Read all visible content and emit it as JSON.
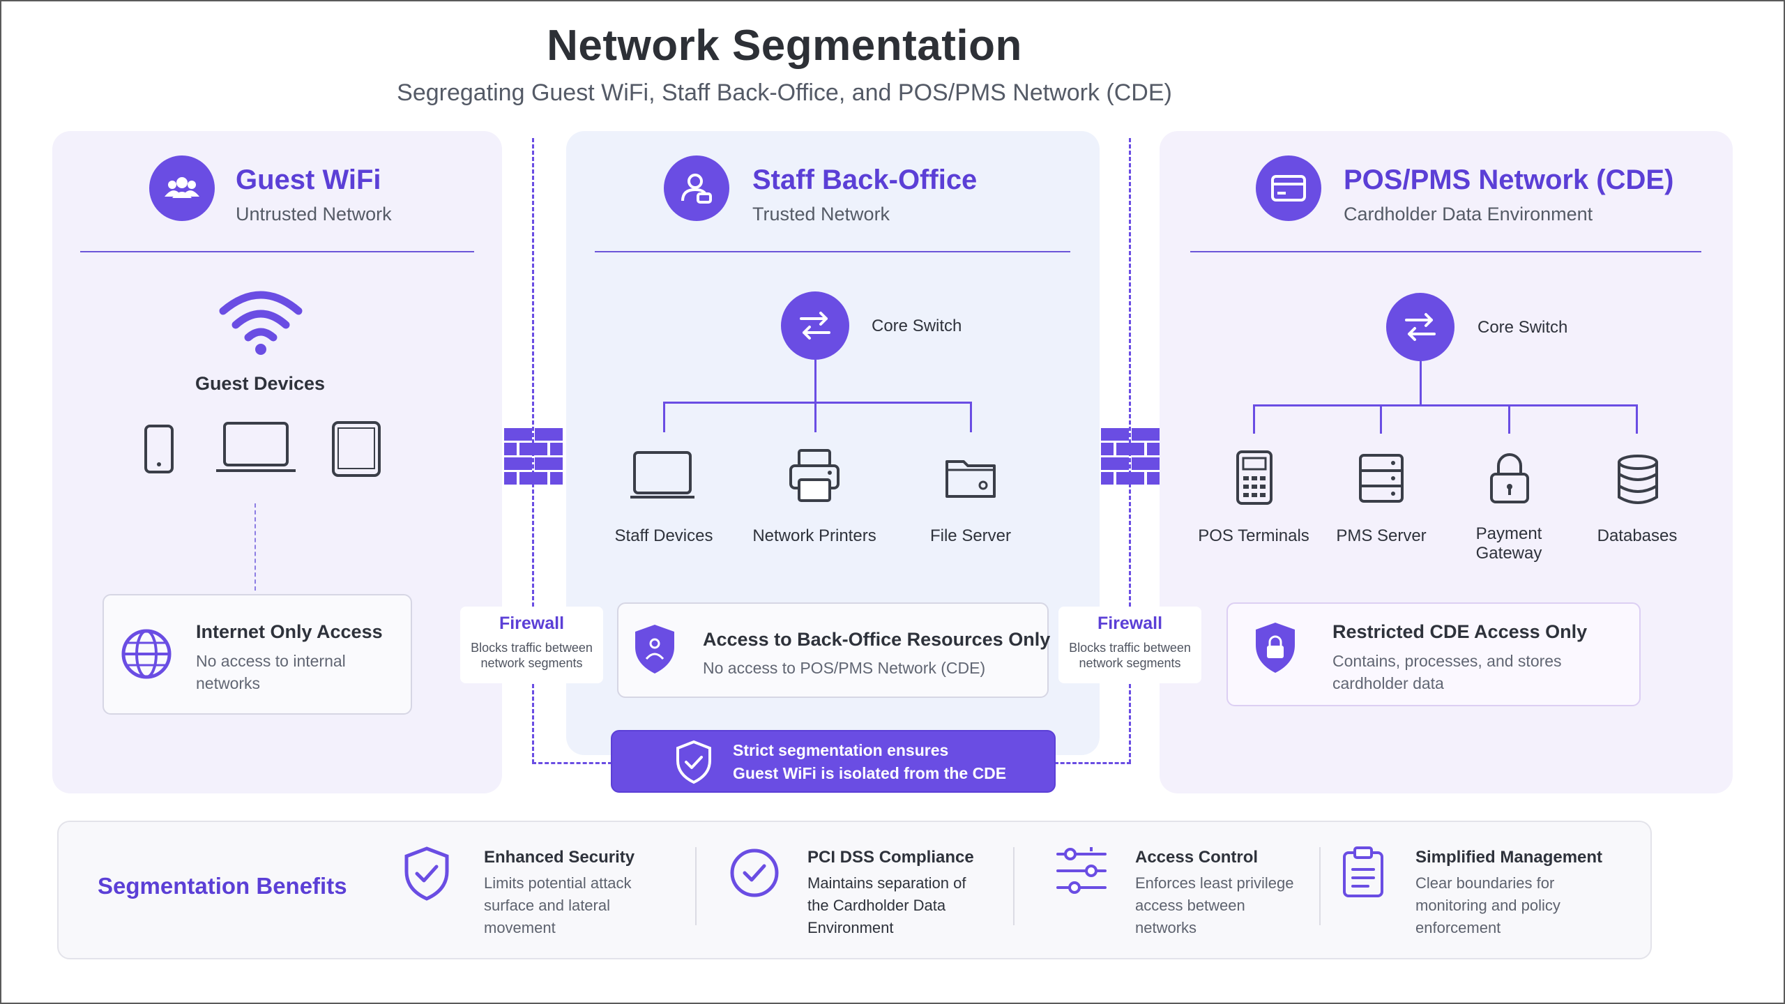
{
  "header": {
    "title": "Network Segmentation",
    "subtitle": "Segregating Guest WiFi, Staff Back-Office, and POS/PMS Network (CDE)"
  },
  "colors": {
    "accent": "#6a4de3",
    "accent_text": "#5b3fd6",
    "guest_panel": "#f3f1fc",
    "staff_panel": "#eef2fc",
    "cde_panel": "#f4f1fc"
  },
  "guest": {
    "icon": "users-icon",
    "title": "Guest WiFi",
    "subtitle": "Untrusted Network",
    "devices_label": "Guest Devices",
    "devices": [
      "phone-icon",
      "laptop-icon",
      "tablet-icon"
    ],
    "box": {
      "icon": "globe-icon",
      "title": "Internet Only Access",
      "line1": "No access to internal",
      "line2": "networks"
    }
  },
  "firewall_left": {
    "icon": "firewall-icon",
    "title": "Firewall",
    "line1": "Blocks traffic between",
    "line2": "network segments"
  },
  "staff": {
    "icon": "user-badge-icon",
    "title": "Staff Back-Office",
    "subtitle": "Trusted Network",
    "switch_label": "Core Switch",
    "nodes": [
      {
        "icon": "laptop-icon",
        "label": "Staff Devices"
      },
      {
        "icon": "printer-icon",
        "label": "Network Printers"
      },
      {
        "icon": "folder-icon",
        "label": "File Server"
      }
    ],
    "box": {
      "icon": "shield-user-icon",
      "title": "Access to Back-Office Resources Only",
      "line1": "No access to POS/PMS Network (CDE)"
    }
  },
  "firewall_right": {
    "icon": "firewall-icon",
    "title": "Firewall",
    "line1": "Blocks traffic between",
    "line2": "network segments"
  },
  "cde": {
    "icon": "card-icon",
    "title": "POS/PMS Network (CDE)",
    "subtitle": "Cardholder Data Environment",
    "switch_label": "Core Switch",
    "nodes": [
      {
        "icon": "calculator-icon",
        "label": "POS Terminals"
      },
      {
        "icon": "server-icon",
        "label": "PMS Server"
      },
      {
        "icon": "lock-icon",
        "label": "Payment",
        "label2": "Gateway"
      },
      {
        "icon": "database-icon",
        "label": "Databases"
      }
    ],
    "box": {
      "icon": "shield-lock-icon",
      "title": "Restricted CDE Access Only",
      "line1": "Contains, processes, and stores",
      "line2": "cardholder data"
    }
  },
  "banner": {
    "icon": "shield-check-icon",
    "line1": "Strict segmentation ensures",
    "line2": "Guest WiFi is isolated from the CDE"
  },
  "benefits": {
    "title": "Segmentation Benefits",
    "items": [
      {
        "icon": "shield-check-icon",
        "title": "Enhanced Security",
        "line1": "Limits potential attack",
        "line2": "surface and lateral",
        "line3": "movement"
      },
      {
        "icon": "check-circle-icon",
        "title": "PCI DSS Compliance",
        "line1": "Maintains separation of",
        "line2": "the Cardholder Data",
        "line3": "Environment"
      },
      {
        "icon": "sliders-icon",
        "title": "Access Control",
        "line1": "Enforces least privilege",
        "line2": "access between",
        "line3": "networks"
      },
      {
        "icon": "clipboard-icon",
        "title": "Simplified Management",
        "line1": "Clear boundaries for",
        "line2": "monitoring and policy",
        "line3": "enforcement"
      }
    ]
  }
}
